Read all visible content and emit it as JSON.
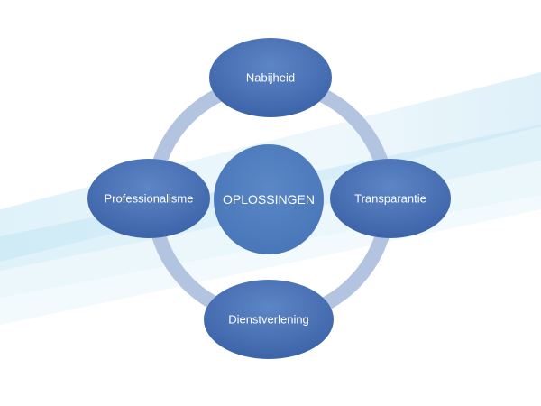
{
  "diagram": {
    "center": {
      "label": "OPLOSSINGEN"
    },
    "nodes": [
      {
        "id": "top",
        "label": "Nabijheid"
      },
      {
        "id": "right",
        "label": "Transparantie"
      },
      {
        "id": "bottom",
        "label": "Dienstverlening"
      },
      {
        "id": "left",
        "label": "Professionalisme"
      }
    ],
    "colors": {
      "ring": "#b3c4e0",
      "node_fill": "#4f77bb",
      "node_fill_dark": "#3d63a8",
      "center_fill": "#5180c0",
      "background_swoosh": "#d2ecf7",
      "label_text": "#ffffff"
    }
  }
}
